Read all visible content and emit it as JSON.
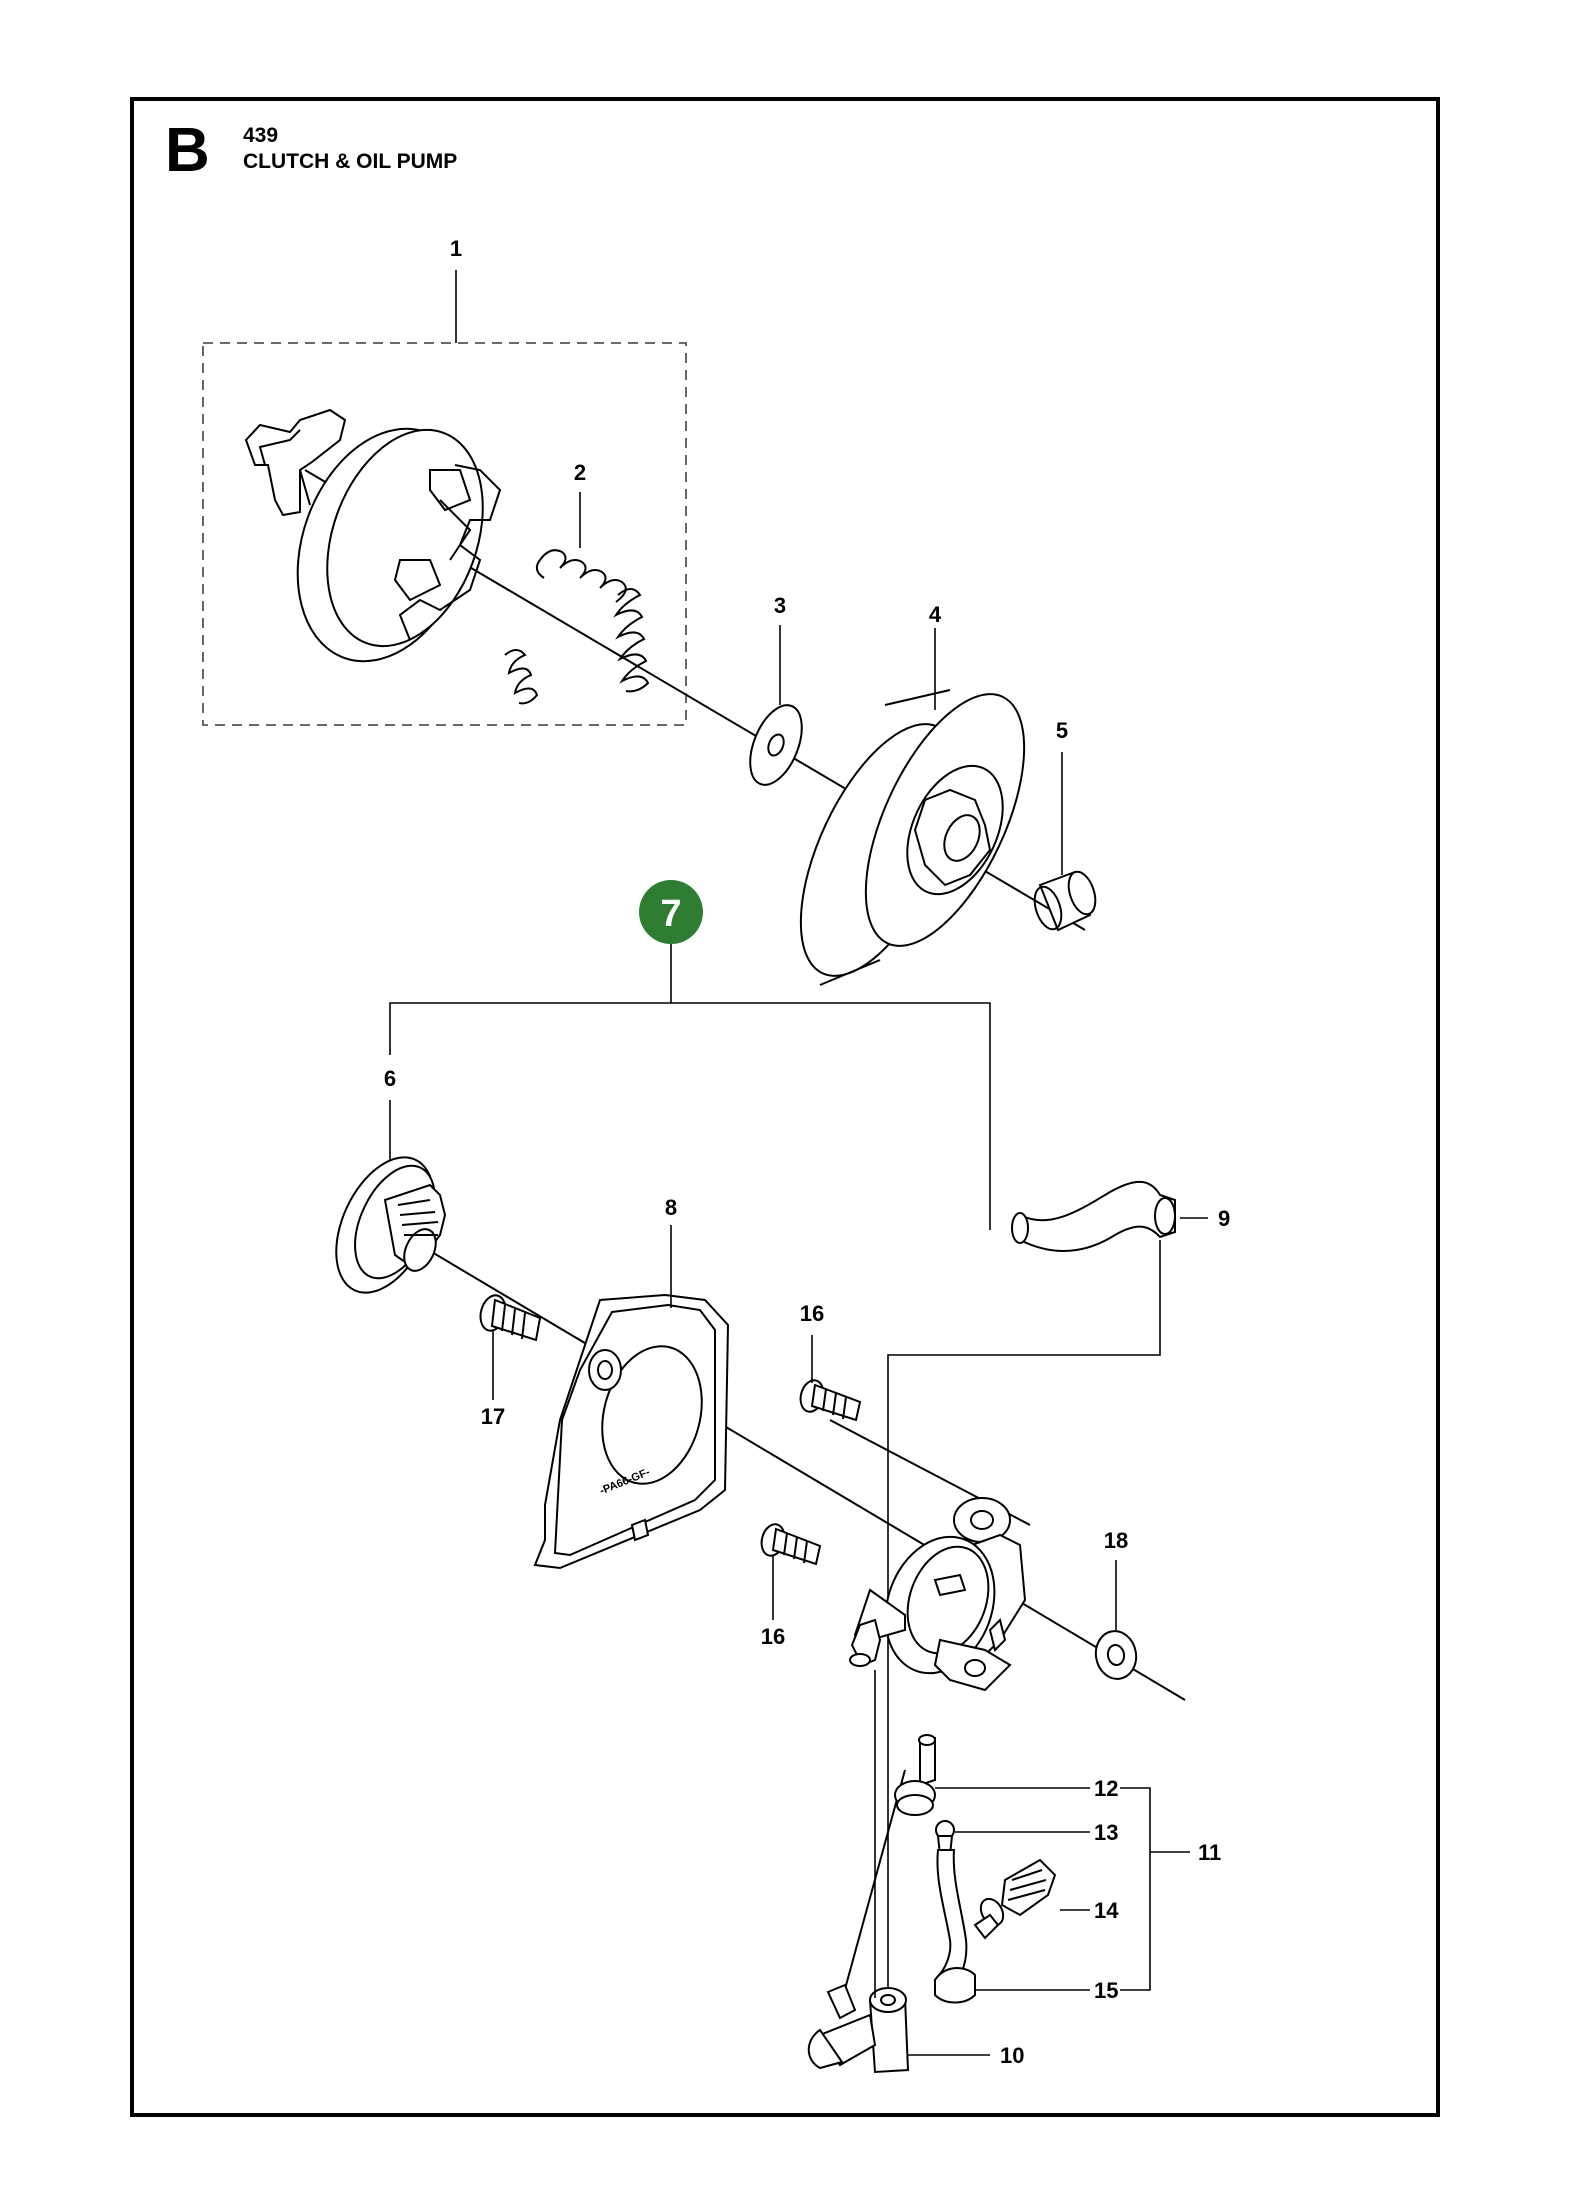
{
  "header": {
    "section_letter": "B",
    "model_number": "439",
    "title": "CLUTCH & OIL PUMP"
  },
  "callouts": [
    {
      "id": "1",
      "text": "1"
    },
    {
      "id": "2",
      "text": "2"
    },
    {
      "id": "3",
      "text": "3"
    },
    {
      "id": "4",
      "text": "4"
    },
    {
      "id": "5",
      "text": "5"
    },
    {
      "id": "6",
      "text": "6"
    },
    {
      "id": "7",
      "text": "7"
    },
    {
      "id": "8",
      "text": "8"
    },
    {
      "id": "9",
      "text": "9"
    },
    {
      "id": "10",
      "text": "10"
    },
    {
      "id": "11",
      "text": "11"
    },
    {
      "id": "12",
      "text": "12"
    },
    {
      "id": "13",
      "text": "13"
    },
    {
      "id": "14",
      "text": "14"
    },
    {
      "id": "15",
      "text": "15"
    },
    {
      "id": "16a",
      "text": "16"
    },
    {
      "id": "16b",
      "text": "16"
    },
    {
      "id": "17",
      "text": "17"
    },
    {
      "id": "18",
      "text": "18"
    }
  ],
  "kit_badge": {
    "text": "7",
    "color": "#2e7d32"
  },
  "cover_marking": "-PA66-GF-"
}
